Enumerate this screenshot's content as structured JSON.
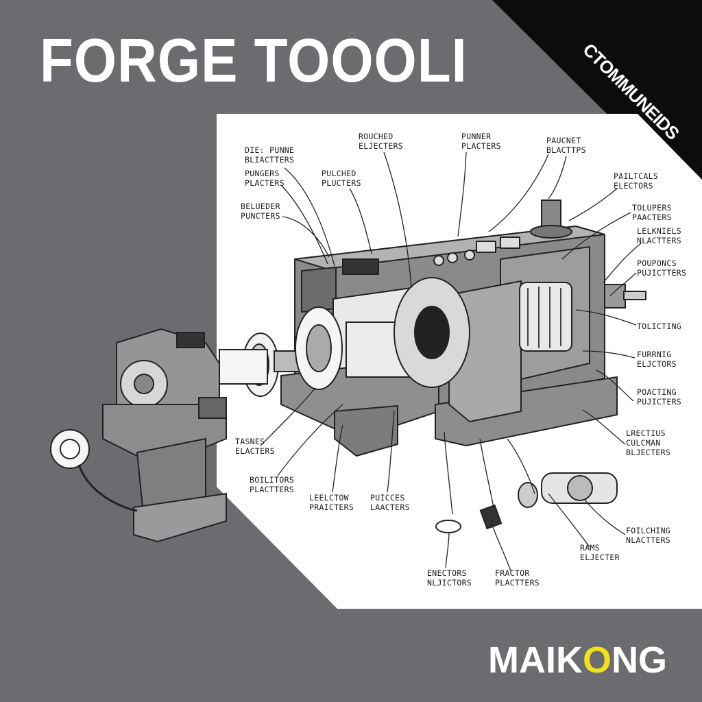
{
  "header": {
    "title": "FORGE TOOOLI",
    "corner_banner": "CTOMMUNEIDS"
  },
  "brand": {
    "prefix": "MAIK",
    "highlight": "O",
    "suffix": "NG",
    "highlight_color": "#f2e01c"
  },
  "labels": [
    {
      "id": "dies-punne",
      "line1": "DIE: PUNNE",
      "line2": "BLIACTTERS"
    },
    {
      "id": "punkers",
      "line1": "PUNGERS",
      "line2": "PLACTERS"
    },
    {
      "id": "beleder",
      "line1": "BELUEDER",
      "line2": "PUNCTERS"
    },
    {
      "id": "pulched",
      "line1": "PULCHED",
      "line2": "PLUCTERS"
    },
    {
      "id": "rouched",
      "line1": "ROUCHED",
      "line2": "ELJECTERS"
    },
    {
      "id": "punner",
      "line1": "PUNNER",
      "line2": "PLACTERS"
    },
    {
      "id": "paucnet",
      "line1": "PAUCNET",
      "line2": "BLACTTPS"
    },
    {
      "id": "paltcals",
      "line1": "PAILTCALS",
      "line2": "ELECTORS"
    },
    {
      "id": "toluperes",
      "line1": "TOLUPERS",
      "line2": "PAACTERS"
    },
    {
      "id": "leknels",
      "line1": "LELKNIELS",
      "line2": "NLACTTERS"
    },
    {
      "id": "pouponcs",
      "line1": "POUPONCS",
      "line2": "PUJICTTERS"
    },
    {
      "id": "tolicting",
      "line1": "TOLICTING",
      "line2": ""
    },
    {
      "id": "furrnig",
      "line1": "FURRNIG",
      "line2": "ELJCTORS"
    },
    {
      "id": "poacting",
      "line1": "POACTING",
      "line2": "PUJICTERS"
    },
    {
      "id": "lrectius",
      "line1": "LRECTIUS",
      "line2": "CULCMAN",
      "line3": "BLJECTERS"
    },
    {
      "id": "foilching",
      "line1": "FOILCHING",
      "line2": "NLACTTERS"
    },
    {
      "id": "rams",
      "line1": "RAMS",
      "line2": "ELJECTER"
    },
    {
      "id": "fractor",
      "line1": "FRACTOR",
      "line2": "PLACTTERS"
    },
    {
      "id": "enectors",
      "line1": "ENECTORS",
      "line2": "NLJICTORS"
    },
    {
      "id": "puices",
      "line1": "PUICCES",
      "line2": "LAACTERS"
    },
    {
      "id": "leelctow",
      "line1": "LEELCTOW",
      "line2": "PRAICTERS"
    },
    {
      "id": "boiltors",
      "line1": "BOILITORS",
      "line2": "PLACTTERS"
    },
    {
      "id": "tasnes",
      "line1": "TASNES",
      "line2": "ELACTERS"
    }
  ]
}
